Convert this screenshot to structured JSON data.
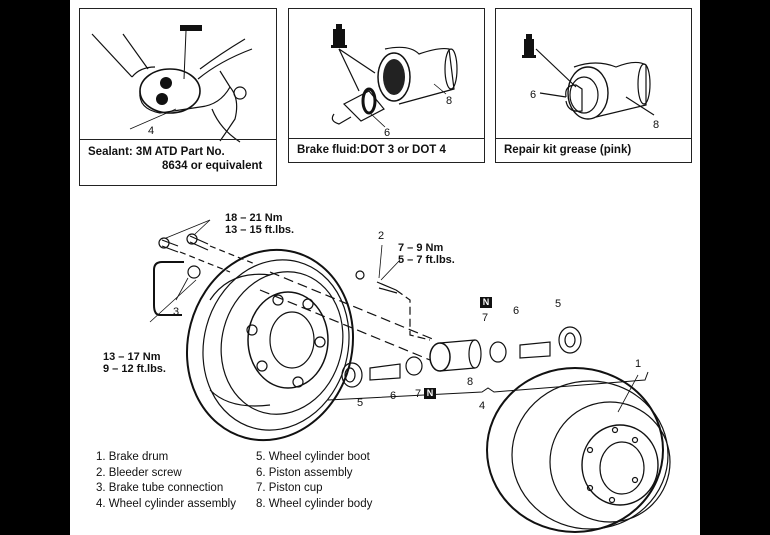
{
  "panels": [
    {
      "caption_lines": [
        "Sealant: 3M ATD Part No.",
        "8634 or equivalent"
      ],
      "callouts": [
        "4"
      ]
    },
    {
      "caption_lines": [
        "Brake fluid:DOT 3 or DOT 4"
      ],
      "callouts": [
        "8",
        "6"
      ]
    },
    {
      "caption_lines": [
        "Repair kit grease (pink)"
      ],
      "callouts": [
        "6",
        "8"
      ]
    }
  ],
  "torque_specs": {
    "brake_backing_bolts": {
      "line1": "18 – 21 Nm",
      "line2": "13 – 15 ft.lbs."
    },
    "bleeder_screw": {
      "line1": "7 – 9 Nm",
      "line2": "5 – 7 ft.lbs."
    },
    "brake_tube": {
      "line1": "13 – 17 Nm",
      "line2": "9 – 12 ft.lbs."
    }
  },
  "callouts": {
    "c1": "1",
    "c2": "2",
    "c3": "3",
    "c4": "4",
    "c5a": "5",
    "c5b": "5",
    "c6a": "6",
    "c6b": "6",
    "c7a": "7",
    "c7b": "7",
    "c8": "8"
  },
  "new_part_badge": "N",
  "legend": {
    "left": [
      "1. Brake drum",
      "2. Bleeder screw",
      "3. Brake tube connection",
      "4. Wheel cylinder assembly"
    ],
    "right": [
      "5. Wheel cylinder boot",
      "6. Piston assembly",
      "7. Piston cup",
      "8. Wheel cylinder body"
    ]
  }
}
